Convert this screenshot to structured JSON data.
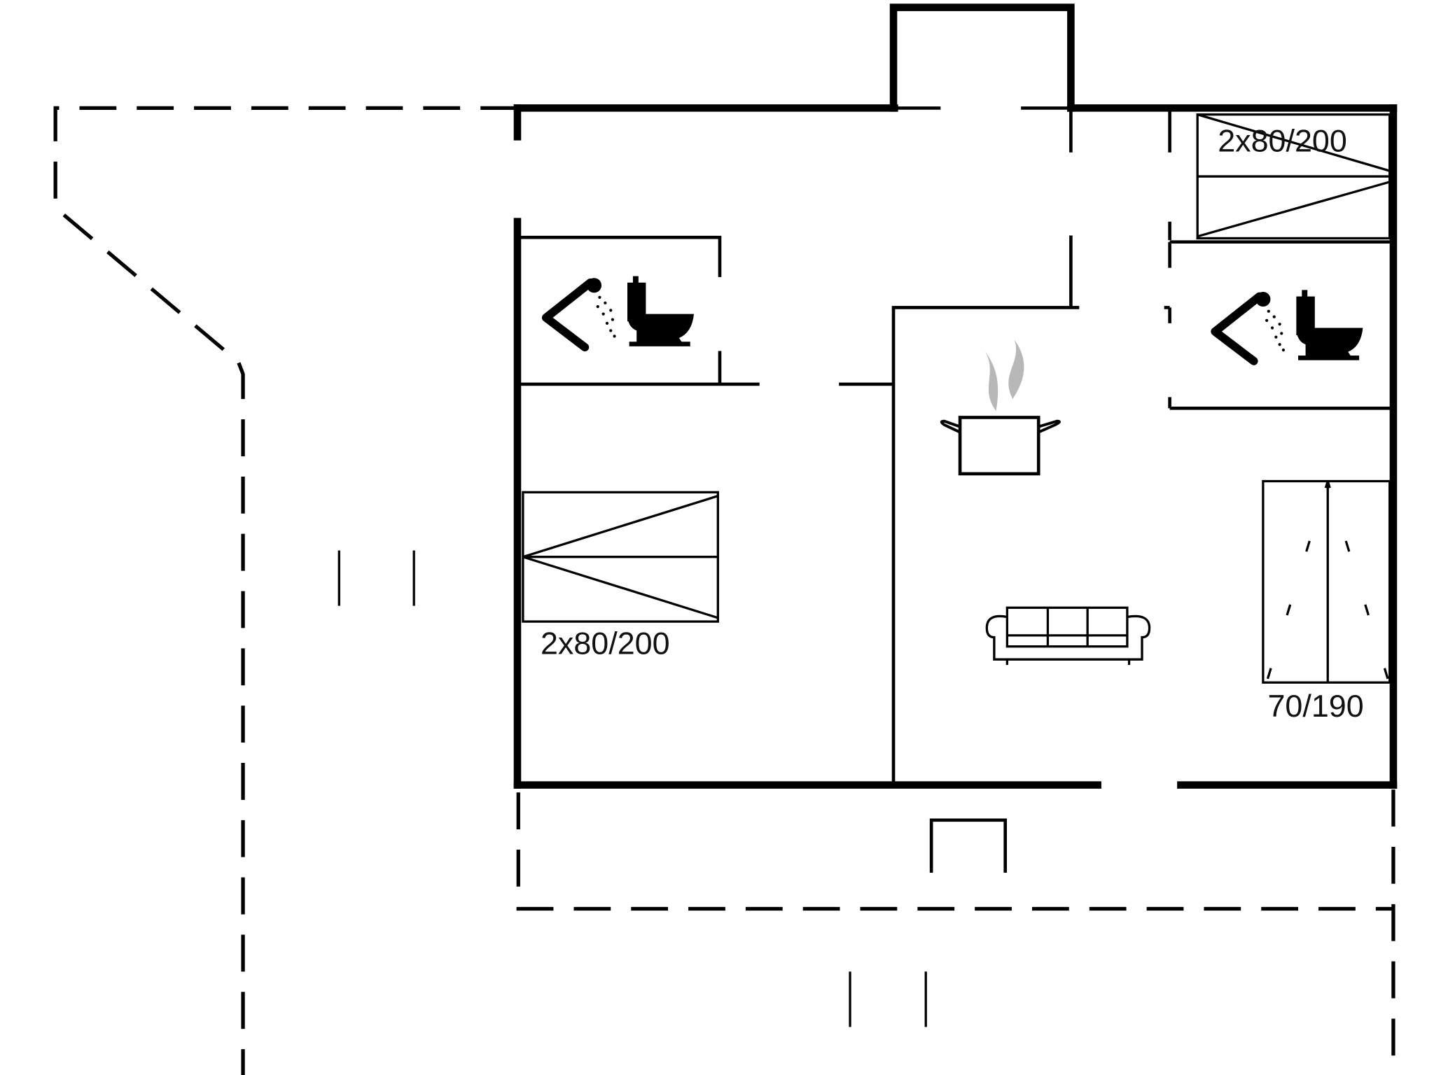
{
  "floorplan": {
    "labels": {
      "bed_left": "2x80/200",
      "bed_top_right": "2x80/200",
      "bed_right": "70/190"
    },
    "icons": {
      "bathroom_left": [
        "shower-icon",
        "toilet-icon"
      ],
      "bathroom_right": [
        "shower-icon",
        "toilet-icon"
      ],
      "kitchen": "cooking-pot-icon",
      "living": "sofa-icon"
    },
    "colors": {
      "walls": "#000000",
      "steam": "#b8b8b8",
      "background": "#ffffff"
    }
  }
}
